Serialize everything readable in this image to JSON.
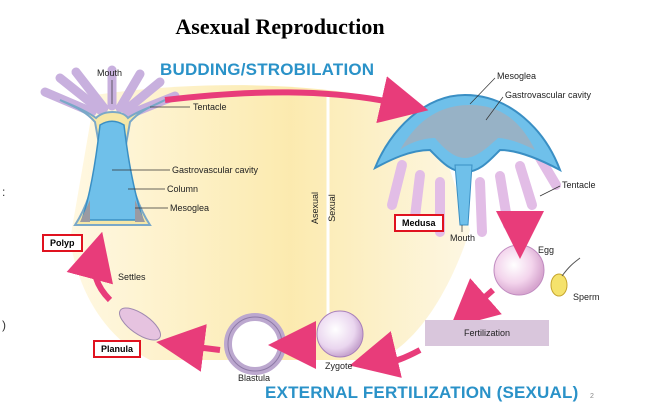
{
  "title": "Asexual Reproduction",
  "top_label": "BUDDING/STROBILATION",
  "bottom_label": "EXTERNAL FERTILIZATION (SEXUAL)",
  "divider": {
    "left": "Asexual",
    "right": "Sexual"
  },
  "polyp": {
    "mouth": "Mouth",
    "tentacle": "Tentacle",
    "gastrovascular": "Gastrovascular cavity",
    "column": "Column",
    "mesoglea": "Mesoglea",
    "stage": "Polyp"
  },
  "medusa": {
    "mesoglea": "Mesoglea",
    "gastrovascular": "Gastrovascular cavity",
    "tentacle": "Tentacle",
    "mouth": "Mouth",
    "stage": "Medusa"
  },
  "egg": "Egg",
  "sperm": "Sperm",
  "fertilization": "Fertilization",
  "zygote": "Zygote",
  "blastula": "Blastula",
  "planula": "Planula",
  "settles": "Settles",
  "page_number": "2",
  "colors": {
    "header": "#2a92c8",
    "highlight_box": "#e0121f",
    "arrow": "#e83c7a"
  }
}
